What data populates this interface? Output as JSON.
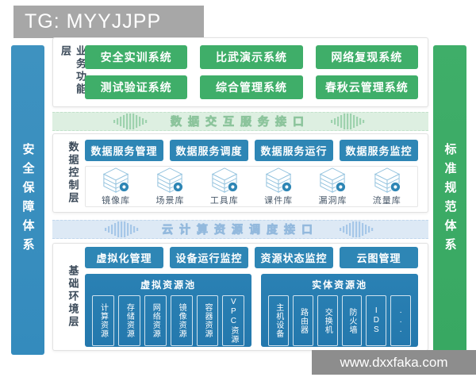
{
  "colors": {
    "green": "#3fae69",
    "blue": "#2e86b5",
    "sidebar-blue": "#3e92c0",
    "sidebar-green": "#3fae69",
    "pool-blue": "#2478ad",
    "band-green-bg": "#ddefe1",
    "band-blue-bg": "#dde9f5"
  },
  "badge": {
    "text": "TG: MYYJJPP"
  },
  "watermark": {
    "text": "www.dxxfaka.com"
  },
  "sidebars": {
    "left": "安全保障体系",
    "right": "标准规范体系"
  },
  "icons": {
    "library": "database-stack-icon",
    "band_decoration": "arrow-stripes-icon"
  },
  "layers": {
    "business": {
      "label": "业务功能层",
      "systems": [
        "安全实训系统",
        "比武演示系统",
        "网络复现系统",
        "测试验证系统",
        "综合管理系统",
        "春秋云管理系统"
      ]
    },
    "data_interface_band": {
      "text": "数据交互服务接口"
    },
    "data_control": {
      "label": "数据控制层",
      "services": [
        "数据服务管理",
        "数据服务调度",
        "数据服务运行",
        "数据服务监控"
      ],
      "libraries": [
        "镜像库",
        "场景库",
        "工具库",
        "课件库",
        "漏洞库",
        "流量库"
      ]
    },
    "cloud_interface_band": {
      "text": "云计算资源调度接口"
    },
    "infrastructure": {
      "label": "基础环境层",
      "services": [
        "虚拟化管理",
        "设备运行监控",
        "资源状态监控",
        "云图管理"
      ],
      "pools": [
        {
          "title": "虚拟资源池",
          "items": [
            "计算资源",
            "存储资源",
            "网络资源",
            "镜像资源",
            "容器资源",
            "VPC资源"
          ]
        },
        {
          "title": "实体资源池",
          "items": [
            "主机设备",
            "路由器",
            "交换机",
            "防火墙",
            "IDS",
            "..."
          ]
        }
      ]
    }
  }
}
